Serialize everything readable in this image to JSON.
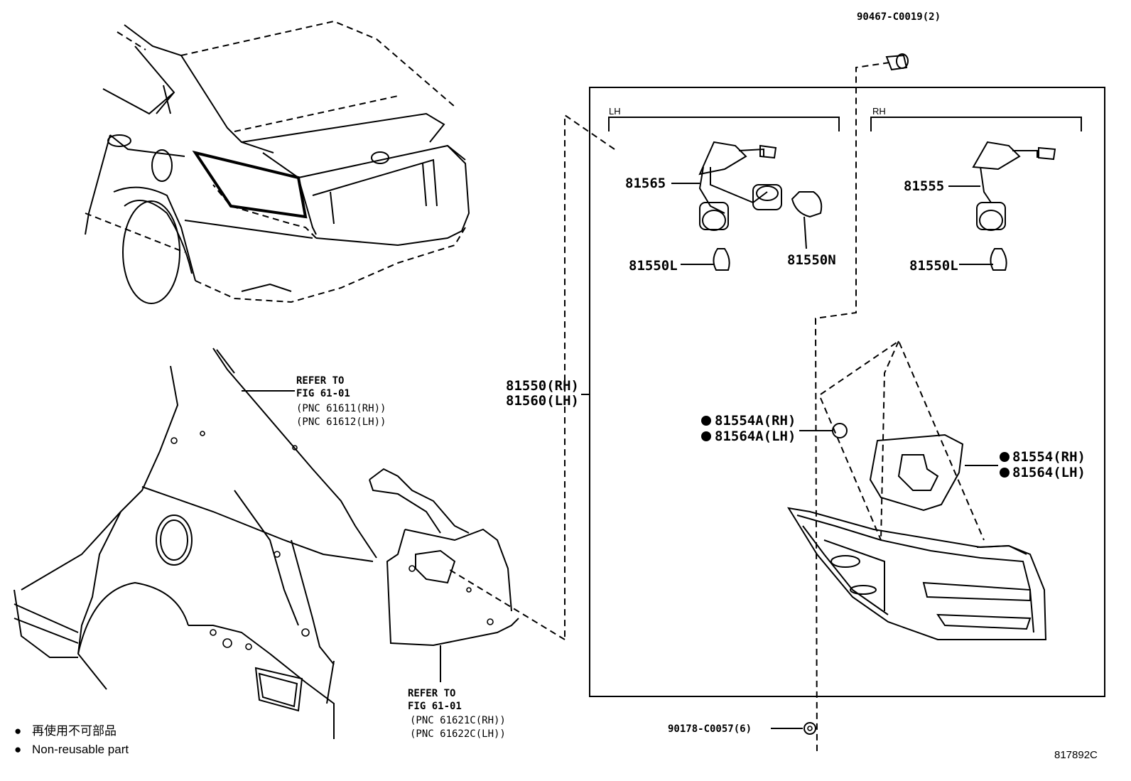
{
  "diagram": {
    "frame": {
      "lh_label": "LH",
      "rh_label": "RH"
    },
    "parts": {
      "clip_top": "90467-C0019(2)",
      "socket_lh": "81565",
      "socket_rh": "81555",
      "bulb_l_lh": "81550L",
      "bulb_n": "81550N",
      "bulb_l_rh": "81550L",
      "lamp_rh": "81550(RH)",
      "lamp_lh": "81560(LH)",
      "gasket_a_rh": "81554A(RH)",
      "gasket_a_lh": "81564A(LH)",
      "gasket_rh": "81554(RH)",
      "gasket_lh": "81564(LH)",
      "nut": "90178-C0057(6)"
    },
    "references": {
      "quarter_panel": {
        "line1": "REFER TO",
        "line2": "FIG 61-01",
        "line3": "(PNC 61611(RH))",
        "line4": "(PNC 61612(LH))"
      },
      "inner_panel": {
        "line1": "REFER TO",
        "line2": "FIG 61-01",
        "line3": "(PNC 61621C(RH))",
        "line4": "(PNC 61622C(LH))"
      }
    },
    "legend": {
      "symbol": "●",
      "japanese": "再使用不可部品",
      "english": "Non-reusable part"
    },
    "figure_code": "817892C"
  }
}
